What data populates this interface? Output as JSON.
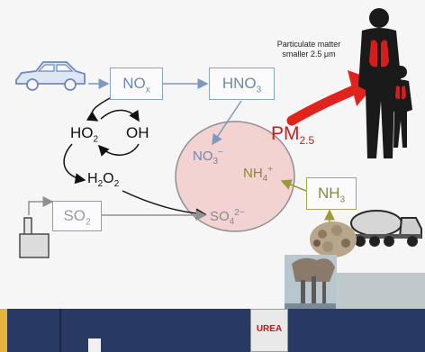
{
  "diagram": {
    "nodes": {
      "nox": {
        "base": "NO",
        "sub": "x"
      },
      "hno3": {
        "base": "HNO",
        "sub": "3"
      },
      "ho2": {
        "base": "HO",
        "sub": "2"
      },
      "oh": {
        "text": "OH"
      },
      "h2o2": {
        "pre": "H",
        "sub": "2",
        "mid": "O",
        "sub2": "2"
      },
      "so2": {
        "base": "SO",
        "sub": "2"
      },
      "no3": {
        "base": "NO",
        "sub": "3",
        "sup": "−"
      },
      "nh4": {
        "base": "NH",
        "sub": "4",
        "sup": "+"
      },
      "so4": {
        "base": "SO",
        "sub": "4",
        "sup": "2−"
      },
      "nh3": {
        "base": "NH",
        "sub": "3"
      }
    },
    "pm": {
      "base": "PM",
      "sub": "2.5"
    },
    "caption_line1": "Particulate matter",
    "caption_line2": "smaller 2.5 μm",
    "urea_label": "UREA"
  },
  "colors": {
    "arrow_red": "#e0231d",
    "particle_fill": "#f3d2d2",
    "box_border": "#8aa3c0",
    "text_blue": "#6d88ad",
    "nh_color": "#8a8a33",
    "footer": "#283a63"
  }
}
